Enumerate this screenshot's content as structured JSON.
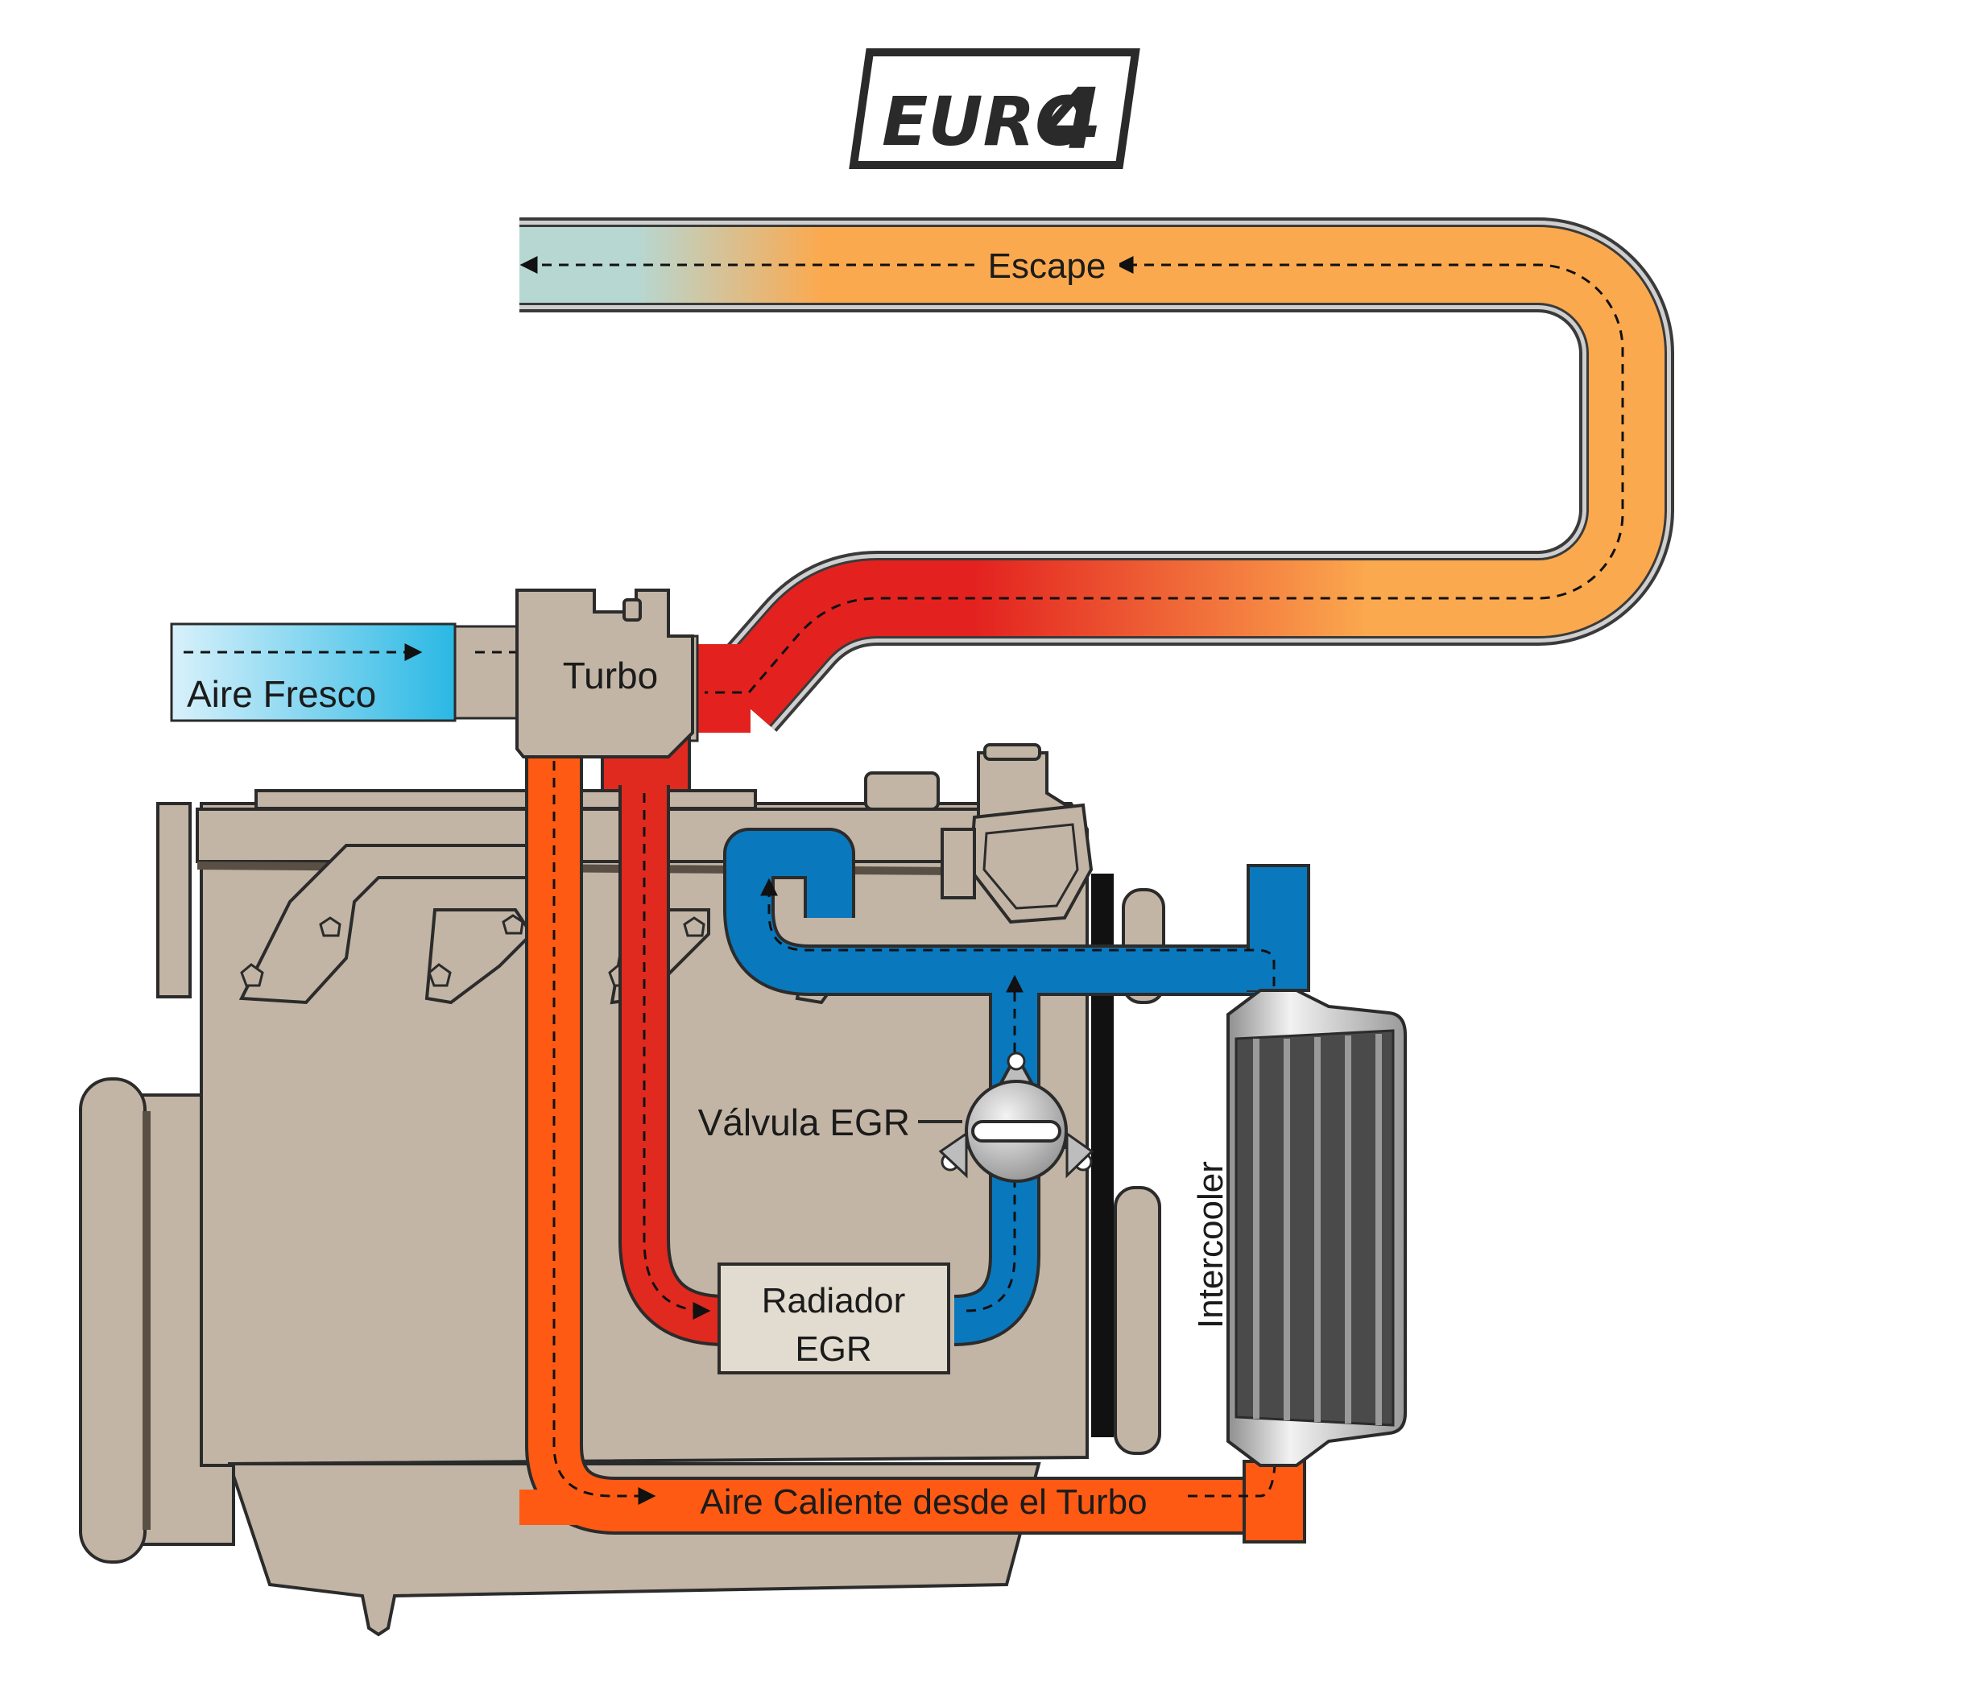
{
  "logo": {
    "text": "EURO",
    "number": "4"
  },
  "labels": {
    "escape": "Escape",
    "aire_fresco": "Aire Fresco",
    "turbo": "Turbo",
    "valvula_egr": "Válvula EGR",
    "radiador_line1": "Radiador",
    "radiador_line2": "EGR",
    "intercooler": "Intercooler",
    "aire_caliente": "Aire Caliente desde el Turbo"
  },
  "colors": {
    "engine": "#c2b5a5",
    "engine_stroke": "#2b2b2b",
    "exhaust_hot": "#e3221f",
    "exhaust_warm": "#fba94f",
    "exhaust_cool": "#b7d7d2",
    "egr_hot": "#e02a1f",
    "egr_cool": "#0a78bd",
    "hot_air": "#ff5a14",
    "fresh_air_light": "#d8f1fb",
    "fresh_air": "#29b8e4",
    "radiator_box": "#e2dcd0"
  }
}
